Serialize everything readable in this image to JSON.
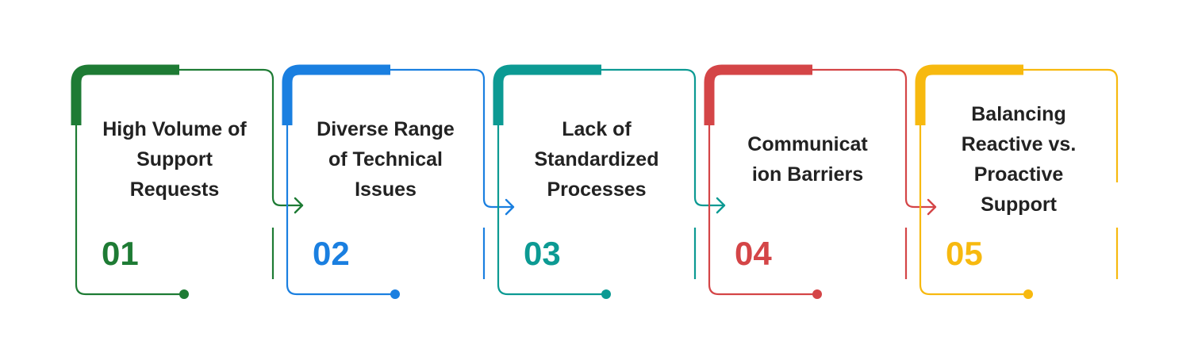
{
  "steps": [
    {
      "number": "01",
      "title_lines": [
        "High Volume of",
        "Support",
        "Requests"
      ],
      "color": "#1e7b34"
    },
    {
      "number": "02",
      "title_lines": [
        "Diverse Range",
        "of Technical",
        "Issues"
      ],
      "color": "#1a7fe0"
    },
    {
      "number": "03",
      "title_lines": [
        "Lack of",
        "Standardized",
        "Processes"
      ],
      "color": "#0c9a93"
    },
    {
      "number": "04",
      "title_lines": [
        "Communicat",
        "ion Barriers"
      ],
      "color": "#d44547"
    },
    {
      "number": "05",
      "title_lines": [
        "Balancing",
        "Reactive vs.",
        "Proactive",
        "Support"
      ],
      "color": "#f7b90f"
    }
  ]
}
